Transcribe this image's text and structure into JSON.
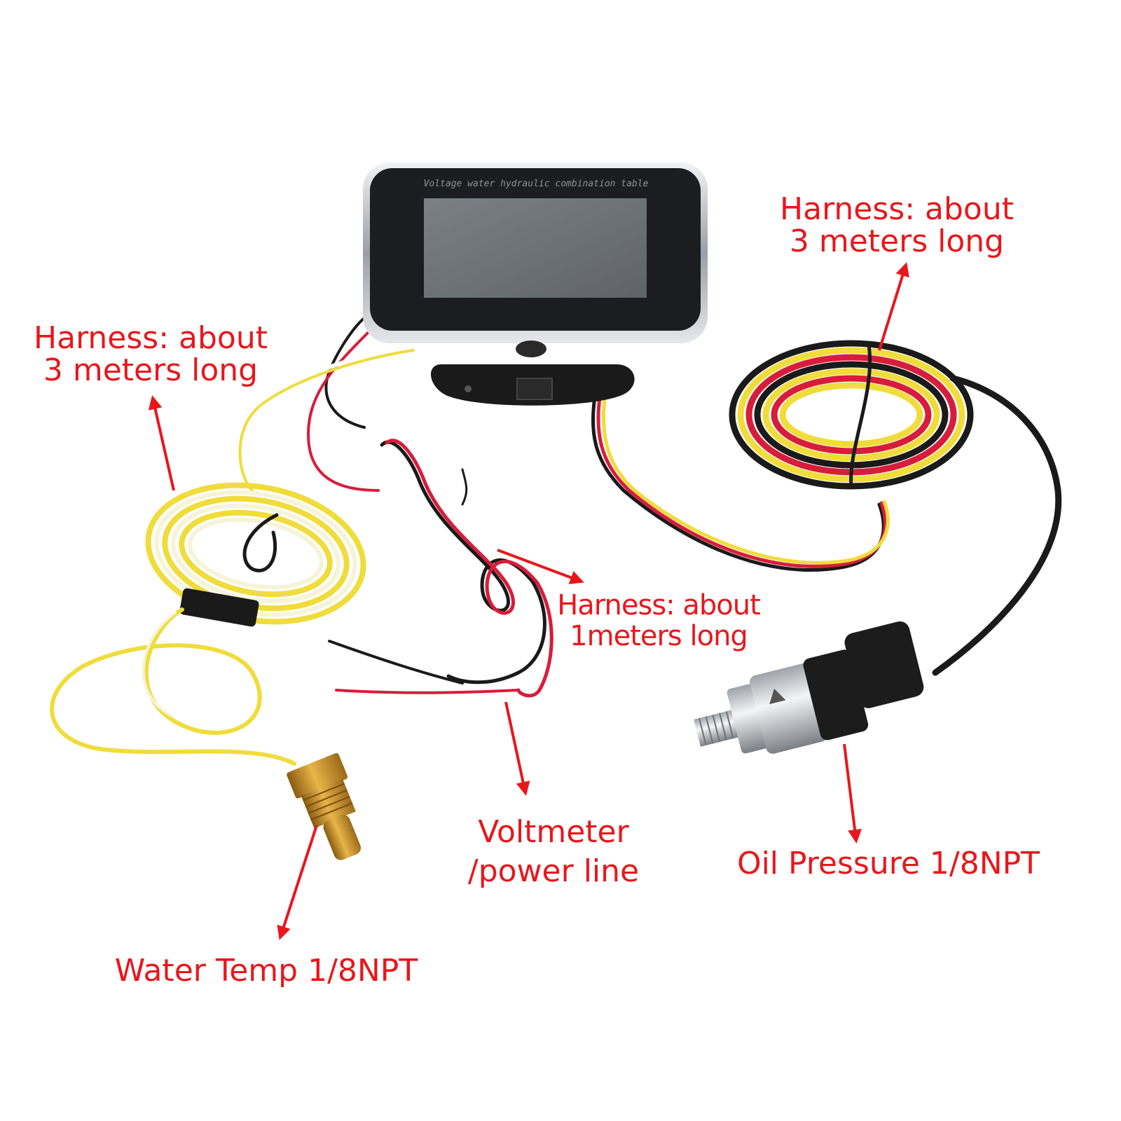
{
  "device": {
    "panel_text": "Voltage water hydraulic combination table",
    "colors": {
      "bezel": "#c9ccd1",
      "face": "#1c1d21",
      "screen": "#6e7278",
      "wire_red": "#d71d3b",
      "wire_yellow": "#f0dc3a",
      "wire_black": "#1a1a1a"
    }
  },
  "labels": {
    "harness_right": [
      "Harness: about",
      "3 meters long"
    ],
    "harness_left": [
      "Harness: about",
      "3 meters long"
    ],
    "harness_mid": [
      "Harness: about",
      "1meters long"
    ],
    "voltmeter": [
      "Voltmeter",
      "/power line"
    ],
    "oil_pressure": "Oil Pressure 1/8NPT",
    "water_temp": "Water Temp 1/8NPT"
  },
  "label_color": "#e8171c"
}
